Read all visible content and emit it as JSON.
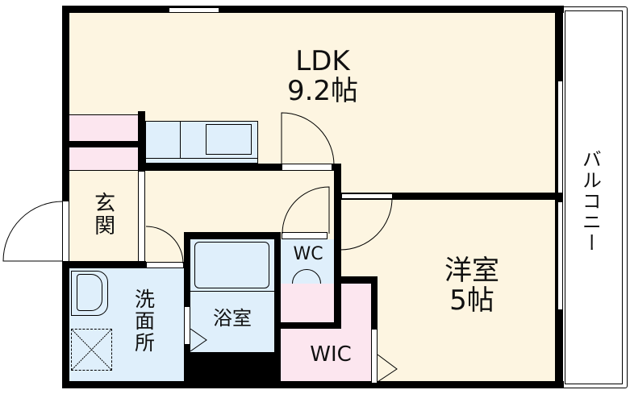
{
  "floorplan": {
    "colors": {
      "ldk": "#fdf5e1",
      "wet": "#dfeffb",
      "storage": "#fce6ef",
      "wall": "#000000",
      "balcony": "#ffffff"
    },
    "rooms": {
      "ldk": {
        "name": "LDK",
        "size": "9.2帖"
      },
      "western": {
        "name": "洋室",
        "size": "5帖"
      },
      "entrance": {
        "name": "玄関"
      },
      "washroom": {
        "name": "洗面所"
      },
      "bath": {
        "name": "浴室"
      },
      "wc": {
        "name": "WC"
      },
      "wic": {
        "name": "WIC"
      },
      "balcony": {
        "name": "バルコニー"
      }
    }
  }
}
